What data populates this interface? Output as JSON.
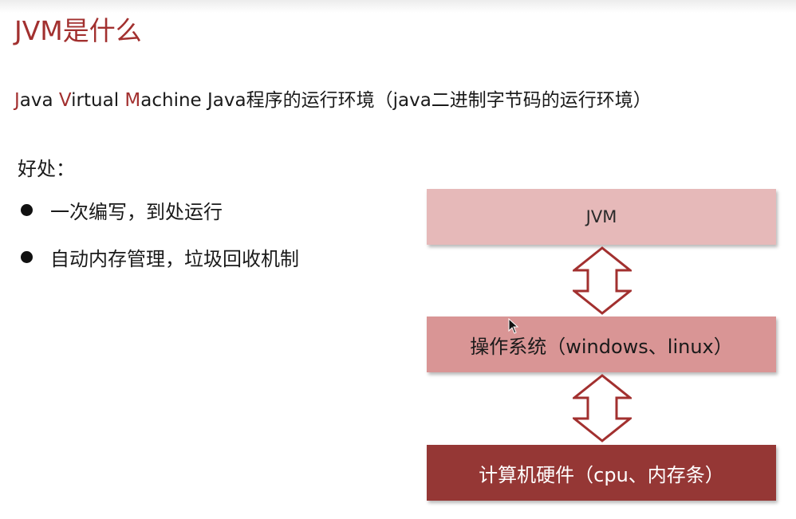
{
  "slide": {
    "title": "JVM是什么",
    "subtitle": {
      "j": "J",
      "ava": "ava ",
      "v": "V",
      "irtual": "irtual ",
      "m": "M",
      "achine": "achine  Java程序的运行环境（java二进制字节码的运行环境）"
    },
    "benefits": {
      "heading": "好处：",
      "items": [
        "一次编写，到处运行",
        "自动内存管理，垃圾回收机制"
      ]
    }
  },
  "diagram": {
    "layers": {
      "jvm": "JVM",
      "os": "操作系统（windows、linux）",
      "hardware": "计算机硬件（cpu、内存条）"
    },
    "arrow_icon": "double-headed-vertical-arrow",
    "colors": {
      "jvm": "#e6b9b9",
      "os": "#d99595",
      "hardware": "#953735",
      "arrow_outline": "#a2302f"
    }
  },
  "colors": {
    "accent": "#a2302f"
  },
  "cursor_icon": "mouse-pointer"
}
